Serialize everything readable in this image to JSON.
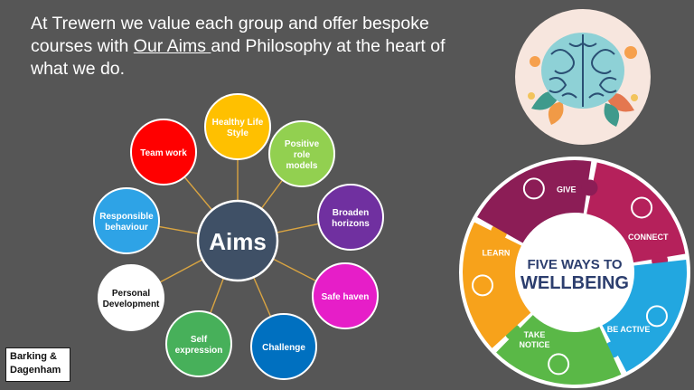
{
  "intro": {
    "line_start": "At Trewern we value each group and offer bespoke courses with ",
    "link_text": "Our Aims ",
    "line_end": "and Philosophy at the heart of what we do."
  },
  "aims": {
    "center_label": "Aims",
    "items": [
      {
        "label": "Healthy Life Style",
        "color": "#ffc000",
        "text_color": "#ffffff"
      },
      {
        "label": "Positive role models",
        "color": "#92d050",
        "text_color": "#ffffff"
      },
      {
        "label": "Broaden horizons",
        "color": "#7030a0",
        "text_color": "#ffffff"
      },
      {
        "label": "Safe haven",
        "color": "#e61ec8",
        "text_color": "#ffffff"
      },
      {
        "label": "Challenge",
        "color": "#0070c0",
        "text_color": "#ffffff"
      },
      {
        "label": "Self expression",
        "color": "#47b05a",
        "text_color": "#ffffff"
      },
      {
        "label": "Personal Development",
        "color": "#ffffff",
        "text_color": "#111111"
      },
      {
        "label": "Responsible behaviour",
        "color": "#2ea3e6",
        "text_color": "#ffffff"
      },
      {
        "label": "Team work",
        "color": "#ff0000",
        "text_color": "#ffffff"
      }
    ]
  },
  "logo": {
    "line1": "Barking &",
    "line2": "Dagenham"
  },
  "wellbeing": {
    "title_line1": "FIVE WAYS TO",
    "title_line2": "WELLBEING",
    "title_color": "#2c3e6e",
    "segments": [
      {
        "label": "CONNECT",
        "color": "#b5215b"
      },
      {
        "label": "BE ACTIVE",
        "color": "#22a7e0"
      },
      {
        "label": "TAKE NOTICE",
        "color": "#5ab847"
      },
      {
        "label": "LEARN",
        "color": "#f7a21b"
      },
      {
        "label": "GIVE",
        "color": "#8c1d56"
      }
    ]
  }
}
